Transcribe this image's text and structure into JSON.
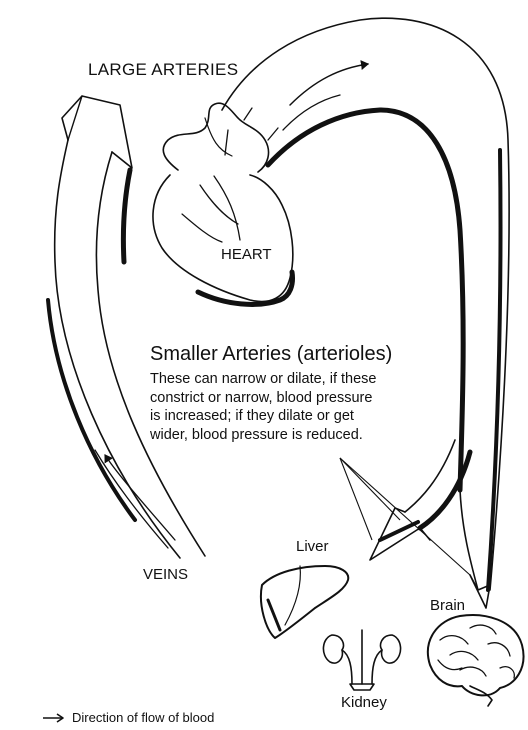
{
  "labels": {
    "large_arteries": "LARGE ARTERIES",
    "heart": "HEART",
    "veins": "VEINS",
    "liver": "Liver",
    "brain": "Brain",
    "kidney": "Kidney"
  },
  "arterioles": {
    "title": "Smaller Arteries (arterioles)",
    "description_lines": [
      "These can narrow or dilate, if these",
      "constrict or narrow, blood pressure",
      "is increased; if they dilate or get",
      "wider, blood pressure is reduced."
    ]
  },
  "legend": {
    "label": "Direction of flow of blood",
    "icon": "arrow-right-icon"
  }
}
